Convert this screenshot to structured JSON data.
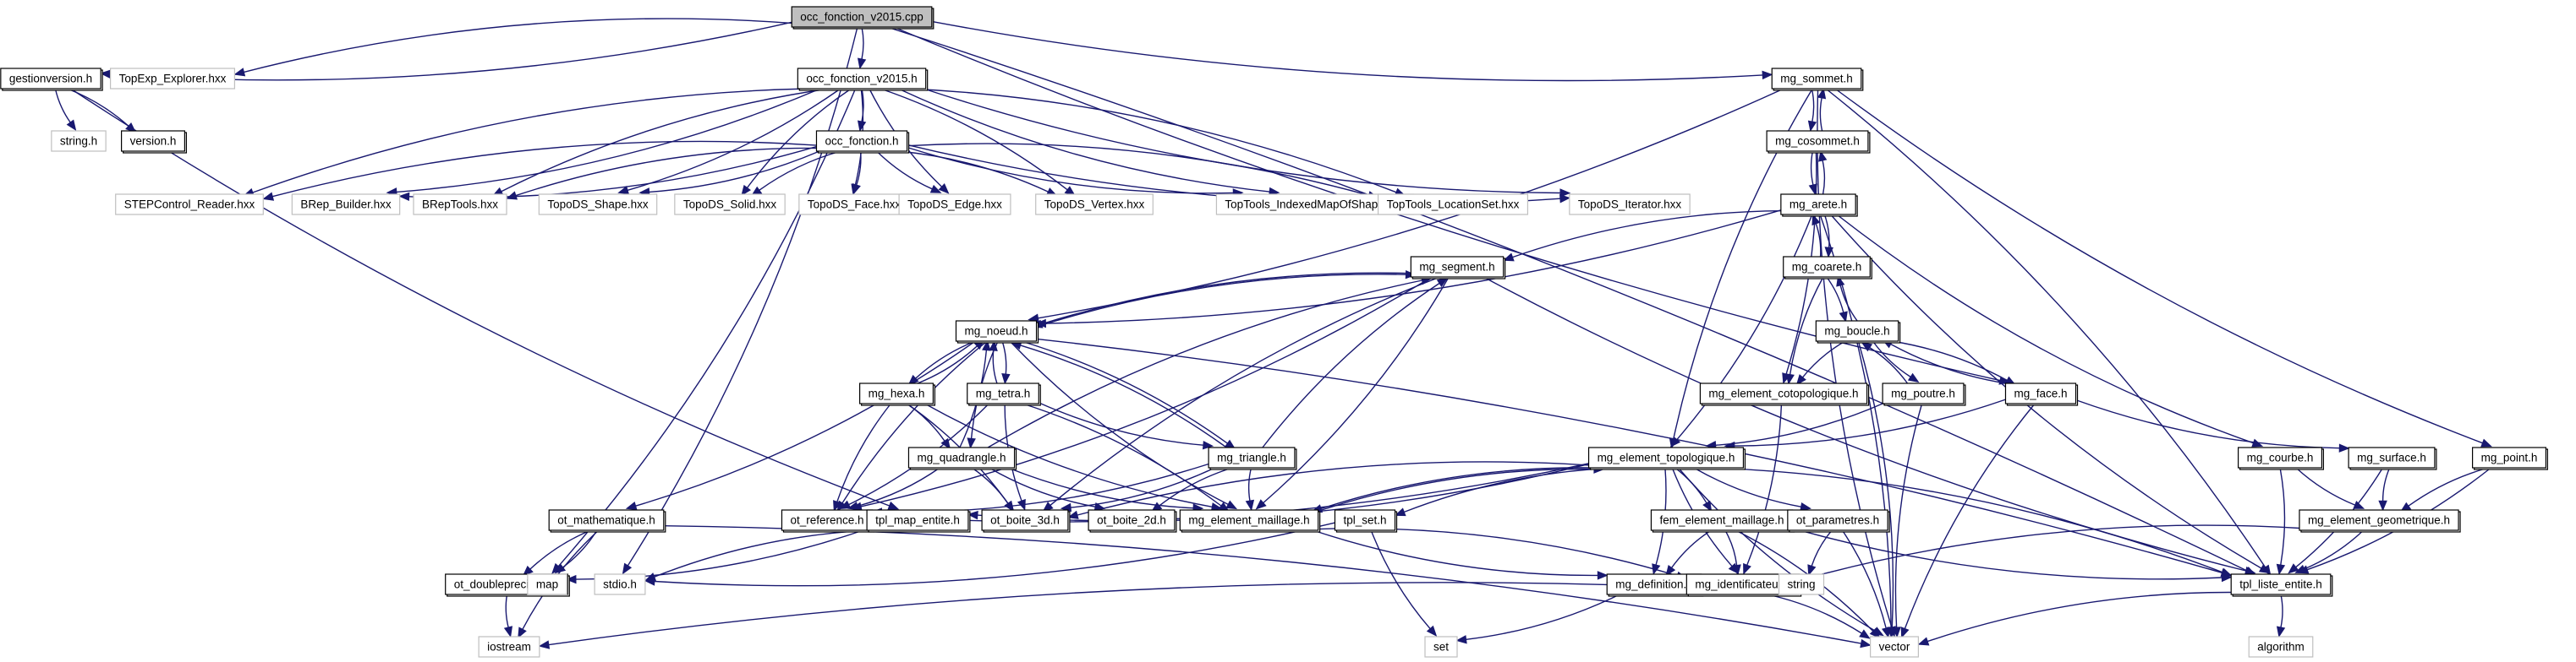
{
  "diagram": {
    "type": "include-dependency-graph",
    "root": "occ_fonction_v2015.cpp",
    "colors": {
      "edge": "#191970",
      "root_fill": "#bfbfbf",
      "local_border": "#000000",
      "external_border": "#bfbfbf",
      "background": "#ffffff"
    },
    "nodes": [
      {
        "id": "occ_fonction_v2015_cpp",
        "label": "occ_fonction_v2015.cpp",
        "kind": "root"
      },
      {
        "id": "gestionversion_h",
        "label": "gestionversion.h",
        "kind": "local"
      },
      {
        "id": "TopExp_Explorer_hxx",
        "label": "TopExp_Explorer.hxx",
        "kind": "external"
      },
      {
        "id": "occ_fonction_v2015_h",
        "label": "occ_fonction_v2015.h",
        "kind": "local"
      },
      {
        "id": "mg_sommet_h",
        "label": "mg_sommet.h",
        "kind": "local"
      },
      {
        "id": "string_h",
        "label": "string.h",
        "kind": "external"
      },
      {
        "id": "version_h",
        "label": "version.h",
        "kind": "local"
      },
      {
        "id": "occ_fonction_h",
        "label": "occ_fonction.h",
        "kind": "local"
      },
      {
        "id": "mg_cosommet_h",
        "label": "mg_cosommet.h",
        "kind": "local"
      },
      {
        "id": "STEPControl_Reader_hxx",
        "label": "STEPControl_Reader.hxx",
        "kind": "external"
      },
      {
        "id": "BRep_Builder_hxx",
        "label": "BRep_Builder.hxx",
        "kind": "external"
      },
      {
        "id": "BRepTools_hxx",
        "label": "BRepTools.hxx",
        "kind": "external"
      },
      {
        "id": "TopoDS_Shape_hxx",
        "label": "TopoDS_Shape.hxx",
        "kind": "external"
      },
      {
        "id": "TopoDS_Solid_hxx",
        "label": "TopoDS_Solid.hxx",
        "kind": "external"
      },
      {
        "id": "TopoDS_Face_hxx",
        "label": "TopoDS_Face.hxx",
        "kind": "external"
      },
      {
        "id": "TopoDS_Edge_hxx",
        "label": "TopoDS_Edge.hxx",
        "kind": "external"
      },
      {
        "id": "TopoDS_Vertex_hxx",
        "label": "TopoDS_Vertex.hxx",
        "kind": "external"
      },
      {
        "id": "TopTools_IndexedMapOfShape_hxx",
        "label": "TopTools_IndexedMapOfShape.hxx",
        "kind": "external"
      },
      {
        "id": "TopTools_LocationSet_hxx",
        "label": "TopTools_LocationSet.hxx",
        "kind": "external"
      },
      {
        "id": "TopoDS_Iterator_hxx",
        "label": "TopoDS_Iterator.hxx",
        "kind": "external"
      },
      {
        "id": "mg_arete_h",
        "label": "mg_arete.h",
        "kind": "local"
      },
      {
        "id": "mg_segment_h",
        "label": "mg_segment.h",
        "kind": "local"
      },
      {
        "id": "mg_coarete_h",
        "label": "mg_coarete.h",
        "kind": "local"
      },
      {
        "id": "mg_noeud_h",
        "label": "mg_noeud.h",
        "kind": "local"
      },
      {
        "id": "mg_boucle_h",
        "label": "mg_boucle.h",
        "kind": "local"
      },
      {
        "id": "mg_hexa_h",
        "label": "mg_hexa.h",
        "kind": "local"
      },
      {
        "id": "mg_tetra_h",
        "label": "mg_tetra.h",
        "kind": "local"
      },
      {
        "id": "mg_element_cotopologique_h",
        "label": "mg_element_cotopologique.h",
        "kind": "local"
      },
      {
        "id": "mg_poutre_h",
        "label": "mg_poutre.h",
        "kind": "local"
      },
      {
        "id": "mg_face_h",
        "label": "mg_face.h",
        "kind": "local"
      },
      {
        "id": "mg_quadrangle_h",
        "label": "mg_quadrangle.h",
        "kind": "local"
      },
      {
        "id": "mg_triangle_h",
        "label": "mg_triangle.h",
        "kind": "local"
      },
      {
        "id": "mg_element_topologique_h",
        "label": "mg_element_topologique.h",
        "kind": "local"
      },
      {
        "id": "mg_courbe_h",
        "label": "mg_courbe.h",
        "kind": "local"
      },
      {
        "id": "mg_surface_h",
        "label": "mg_surface.h",
        "kind": "local"
      },
      {
        "id": "mg_point_h",
        "label": "mg_point.h",
        "kind": "local"
      },
      {
        "id": "ot_mathematique_h",
        "label": "ot_mathematique.h",
        "kind": "local"
      },
      {
        "id": "ot_reference_h",
        "label": "ot_reference.h",
        "kind": "local"
      },
      {
        "id": "tpl_map_entite_h",
        "label": "tpl_map_entite.h",
        "kind": "local"
      },
      {
        "id": "ot_boite_3d_h",
        "label": "ot_boite_3d.h",
        "kind": "local"
      },
      {
        "id": "ot_boite_2d_h",
        "label": "ot_boite_2d.h",
        "kind": "local"
      },
      {
        "id": "mg_element_maillage_h",
        "label": "mg_element_maillage.h",
        "kind": "local"
      },
      {
        "id": "tpl_set_h",
        "label": "tpl_set.h",
        "kind": "local"
      },
      {
        "id": "fem_element_maillage_h",
        "label": "fem_element_maillage.h",
        "kind": "local"
      },
      {
        "id": "ot_parametres_h",
        "label": "ot_parametres.h",
        "kind": "local"
      },
      {
        "id": "mg_element_geometrique_h",
        "label": "mg_element_geometrique.h",
        "kind": "local"
      },
      {
        "id": "ot_doubleprecision_h",
        "label": "ot_doubleprecision.h",
        "kind": "local"
      },
      {
        "id": "map",
        "label": "map",
        "kind": "external"
      },
      {
        "id": "stdio_h",
        "label": "stdio.h",
        "kind": "external"
      },
      {
        "id": "mg_definition_h",
        "label": "mg_definition.h",
        "kind": "local"
      },
      {
        "id": "mg_identificateur_h",
        "label": "mg_identificateur.h",
        "kind": "local"
      },
      {
        "id": "string",
        "label": "string",
        "kind": "external"
      },
      {
        "id": "tpl_liste_entite_h",
        "label": "tpl_liste_entite.h",
        "kind": "local"
      },
      {
        "id": "iostream",
        "label": "iostream",
        "kind": "external"
      },
      {
        "id": "set",
        "label": "set",
        "kind": "external"
      },
      {
        "id": "vector",
        "label": "vector",
        "kind": "external"
      },
      {
        "id": "algorithm",
        "label": "algorithm",
        "kind": "external"
      }
    ],
    "edges": [
      [
        "occ_fonction_v2015_cpp",
        "gestionversion_h"
      ],
      [
        "occ_fonction_v2015_cpp",
        "TopExp_Explorer_hxx"
      ],
      [
        "occ_fonction_v2015_cpp",
        "occ_fonction_v2015_h"
      ],
      [
        "occ_fonction_v2015_cpp",
        "mg_sommet_h"
      ],
      [
        "occ_fonction_v2015_cpp",
        "stdio_h"
      ],
      [
        "occ_fonction_v2015_cpp",
        "mg_face_h"
      ],
      [
        "occ_fonction_v2015_cpp",
        "tpl_liste_entite_h"
      ],
      [
        "gestionversion_h",
        "string_h"
      ],
      [
        "gestionversion_h",
        "version_h"
      ],
      [
        "gestionversion_h",
        "tpl_map_entite_h"
      ],
      [
        "occ_fonction_v2015_h",
        "occ_fonction_h"
      ],
      [
        "occ_fonction_v2015_h",
        "STEPControl_Reader_hxx"
      ],
      [
        "occ_fonction_v2015_h",
        "BRep_Builder_hxx"
      ],
      [
        "occ_fonction_v2015_h",
        "BRepTools_hxx"
      ],
      [
        "occ_fonction_v2015_h",
        "TopoDS_Shape_hxx"
      ],
      [
        "occ_fonction_v2015_h",
        "TopoDS_Solid_hxx"
      ],
      [
        "occ_fonction_v2015_h",
        "TopoDS_Face_hxx"
      ],
      [
        "occ_fonction_v2015_h",
        "TopoDS_Edge_hxx"
      ],
      [
        "occ_fonction_v2015_h",
        "TopoDS_Vertex_hxx"
      ],
      [
        "occ_fonction_v2015_h",
        "TopTools_IndexedMapOfShape_hxx"
      ],
      [
        "occ_fonction_v2015_h",
        "TopTools_LocationSet_hxx"
      ],
      [
        "occ_fonction_v2015_h",
        "TopoDS_Iterator_hxx"
      ],
      [
        "occ_fonction_v2015_h",
        "map"
      ],
      [
        "occ_fonction_h",
        "STEPControl_Reader_hxx"
      ],
      [
        "occ_fonction_h",
        "BRep_Builder_hxx"
      ],
      [
        "occ_fonction_h",
        "BRepTools_hxx"
      ],
      [
        "occ_fonction_h",
        "TopoDS_Shape_hxx"
      ],
      [
        "occ_fonction_h",
        "TopoDS_Solid_hxx"
      ],
      [
        "occ_fonction_h",
        "TopoDS_Face_hxx"
      ],
      [
        "occ_fonction_h",
        "TopoDS_Edge_hxx"
      ],
      [
        "occ_fonction_h",
        "TopoDS_Vertex_hxx"
      ],
      [
        "occ_fonction_h",
        "TopTools_IndexedMapOfShape_hxx"
      ],
      [
        "occ_fonction_h",
        "TopTools_LocationSet_hxx"
      ],
      [
        "occ_fonction_h",
        "TopoDS_Iterator_hxx"
      ],
      [
        "mg_sommet_h",
        "mg_cosommet_h"
      ],
      [
        "mg_sommet_h",
        "mg_element_topologique_h"
      ],
      [
        "mg_sommet_h",
        "mg_noeud_h"
      ],
      [
        "mg_sommet_h",
        "mg_point_h"
      ],
      [
        "mg_sommet_h",
        "tpl_liste_entite_h"
      ],
      [
        "mg_sommet_h",
        "vector"
      ],
      [
        "mg_cosommet_h",
        "mg_sommet_h"
      ],
      [
        "mg_cosommet_h",
        "mg_arete_h"
      ],
      [
        "mg_cosommet_h",
        "mg_element_cotopologique_h"
      ],
      [
        "mg_arete_h",
        "mg_cosommet_h"
      ],
      [
        "mg_arete_h",
        "mg_coarete_h"
      ],
      [
        "mg_arete_h",
        "mg_segment_h"
      ],
      [
        "mg_arete_h",
        "mg_noeud_h"
      ],
      [
        "mg_arete_h",
        "mg_courbe_h"
      ],
      [
        "mg_arete_h",
        "mg_element_topologique_h"
      ],
      [
        "mg_arete_h",
        "tpl_liste_entite_h"
      ],
      [
        "mg_arete_h",
        "vector"
      ],
      [
        "mg_coarete_h",
        "mg_arete_h"
      ],
      [
        "mg_coarete_h",
        "mg_boucle_h"
      ],
      [
        "mg_coarete_h",
        "mg_element_cotopologique_h"
      ],
      [
        "mg_boucle_h",
        "mg_coarete_h"
      ],
      [
        "mg_boucle_h",
        "mg_poutre_h"
      ],
      [
        "mg_boucle_h",
        "mg_face_h"
      ],
      [
        "mg_boucle_h",
        "mg_element_cotopologique_h"
      ],
      [
        "mg_boucle_h",
        "vector"
      ],
      [
        "mg_poutre_h",
        "mg_boucle_h"
      ],
      [
        "mg_poutre_h",
        "mg_element_topologique_h"
      ],
      [
        "mg_poutre_h",
        "vector"
      ],
      [
        "mg_face_h",
        "mg_boucle_h"
      ],
      [
        "mg_face_h",
        "mg_surface_h"
      ],
      [
        "mg_face_h",
        "mg_element_topologique_h"
      ],
      [
        "mg_face_h",
        "vector"
      ],
      [
        "mg_element_cotopologique_h",
        "mg_identificateur_h"
      ],
      [
        "mg_segment_h",
        "mg_noeud_h"
      ],
      [
        "mg_segment_h",
        "mg_element_maillage_h"
      ],
      [
        "mg_segment_h",
        "ot_boite_3d_h"
      ],
      [
        "mg_segment_h",
        "ot_reference_h"
      ],
      [
        "mg_segment_h",
        "tpl_liste_entite_h"
      ],
      [
        "mg_noeud_h",
        "mg_segment_h"
      ],
      [
        "mg_noeud_h",
        "mg_hexa_h"
      ],
      [
        "mg_noeud_h",
        "mg_tetra_h"
      ],
      [
        "mg_noeud_h",
        "mg_quadrangle_h"
      ],
      [
        "mg_noeud_h",
        "mg_triangle_h"
      ],
      [
        "mg_noeud_h",
        "mg_element_maillage_h"
      ],
      [
        "mg_noeud_h",
        "ot_mathematique_h"
      ],
      [
        "mg_noeud_h",
        "ot_reference_h"
      ],
      [
        "mg_noeud_h",
        "tpl_liste_entite_h"
      ],
      [
        "mg_hexa_h",
        "mg_noeud_h"
      ],
      [
        "mg_hexa_h",
        "mg_quadrangle_h"
      ],
      [
        "mg_hexa_h",
        "mg_element_maillage_h"
      ],
      [
        "mg_hexa_h",
        "ot_boite_3d_h"
      ],
      [
        "mg_hexa_h",
        "ot_reference_h"
      ],
      [
        "mg_tetra_h",
        "mg_noeud_h"
      ],
      [
        "mg_tetra_h",
        "mg_triangle_h"
      ],
      [
        "mg_tetra_h",
        "mg_element_maillage_h"
      ],
      [
        "mg_tetra_h",
        "ot_boite_3d_h"
      ],
      [
        "mg_tetra_h",
        "ot_reference_h"
      ],
      [
        "mg_quadrangle_h",
        "mg_noeud_h"
      ],
      [
        "mg_quadrangle_h",
        "mg_segment_h"
      ],
      [
        "mg_quadrangle_h",
        "mg_element_maillage_h"
      ],
      [
        "mg_quadrangle_h",
        "ot_boite_3d_h"
      ],
      [
        "mg_quadrangle_h",
        "ot_boite_2d_h"
      ],
      [
        "mg_quadrangle_h",
        "ot_reference_h"
      ],
      [
        "mg_triangle_h",
        "mg_noeud_h"
      ],
      [
        "mg_triangle_h",
        "mg_segment_h"
      ],
      [
        "mg_triangle_h",
        "mg_element_maillage_h"
      ],
      [
        "mg_triangle_h",
        "ot_boite_3d_h"
      ],
      [
        "mg_triangle_h",
        "ot_boite_2d_h"
      ],
      [
        "mg_triangle_h",
        "ot_reference_h"
      ],
      [
        "mg_element_topologique_h",
        "mg_element_maillage_h"
      ],
      [
        "mg_element_topologique_h",
        "tpl_map_entite_h"
      ],
      [
        "mg_element_topologique_h",
        "ot_boite_3d_h"
      ],
      [
        "mg_element_topologique_h",
        "ot_reference_h"
      ],
      [
        "mg_element_topologique_h",
        "tpl_set_h"
      ],
      [
        "mg_element_topologique_h",
        "fem_element_maillage_h"
      ],
      [
        "mg_element_topologique_h",
        "ot_parametres_h"
      ],
      [
        "mg_element_topologique_h",
        "mg_definition_h"
      ],
      [
        "mg_element_topologique_h",
        "mg_identificateur_h"
      ],
      [
        "mg_element_topologique_h",
        "tpl_liste_entite_h"
      ],
      [
        "mg_element_topologique_h",
        "vector"
      ],
      [
        "mg_element_maillage_h",
        "mg_element_topologique_h"
      ],
      [
        "mg_element_maillage_h",
        "mg_definition_h"
      ],
      [
        "mg_element_maillage_h",
        "mg_identificateur_h"
      ],
      [
        "mg_courbe_h",
        "mg_element_geometrique_h"
      ],
      [
        "mg_courbe_h",
        "tpl_liste_entite_h"
      ],
      [
        "mg_surface_h",
        "mg_element_geometrique_h"
      ],
      [
        "mg_surface_h",
        "tpl_liste_entite_h"
      ],
      [
        "mg_point_h",
        "mg_element_geometrique_h"
      ],
      [
        "mg_point_h",
        "tpl_liste_entite_h"
      ],
      [
        "mg_element_geometrique_h",
        "mg_identificateur_h"
      ],
      [
        "mg_element_geometrique_h",
        "tpl_liste_entite_h"
      ],
      [
        "fem_element_maillage_h",
        "mg_definition_h"
      ],
      [
        "fem_element_maillage_h",
        "mg_identificateur_h"
      ],
      [
        "fem_element_maillage_h",
        "tpl_liste_entite_h"
      ],
      [
        "fem_element_maillage_h",
        "vector"
      ],
      [
        "ot_parametres_h",
        "string"
      ],
      [
        "ot_parametres_h",
        "vector"
      ],
      [
        "ot_mathematique_h",
        "ot_doubleprecision_h"
      ],
      [
        "ot_mathematique_h",
        "map"
      ],
      [
        "ot_mathematique_h",
        "iostream"
      ],
      [
        "ot_mathematique_h",
        "vector"
      ],
      [
        "ot_doubleprecision_h",
        "iostream"
      ],
      [
        "tpl_map_entite_h",
        "map"
      ],
      [
        "tpl_map_entite_h",
        "stdio_h"
      ],
      [
        "tpl_set_h",
        "stdio_h"
      ],
      [
        "tpl_set_h",
        "set"
      ],
      [
        "mg_definition_h",
        "set"
      ],
      [
        "mg_identificateur_h",
        "iostream"
      ],
      [
        "mg_identificateur_h",
        "vector"
      ],
      [
        "tpl_liste_entite_h",
        "vector"
      ],
      [
        "tpl_liste_entite_h",
        "algorithm"
      ]
    ]
  }
}
